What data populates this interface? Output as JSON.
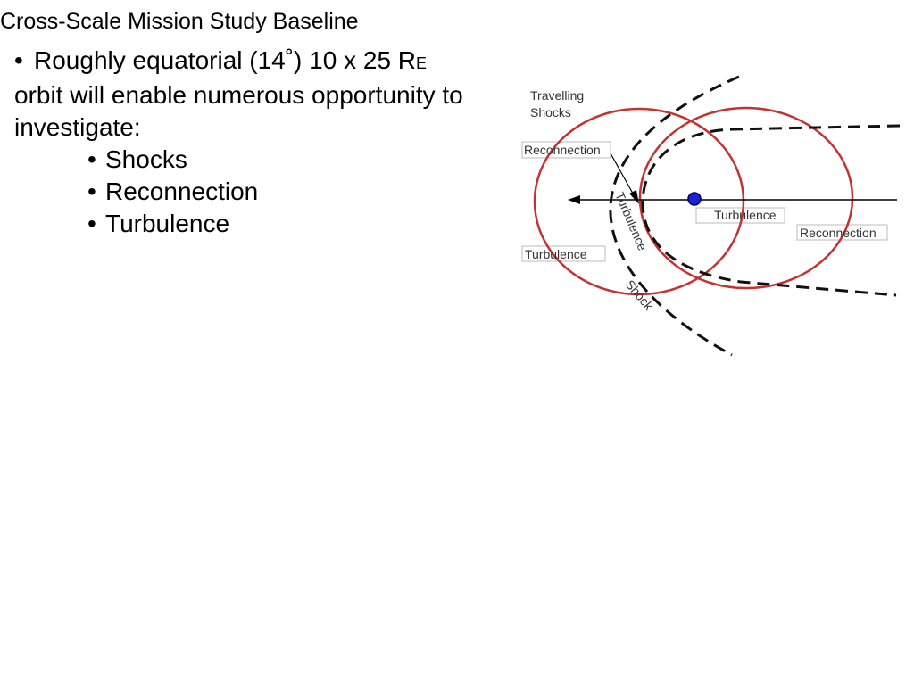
{
  "slide": {
    "title": "Cross-Scale Mission Study Baseline",
    "bullet": {
      "dot": "•",
      "line1_main": "Roughly equatorial (14˚) 10 x 25 R",
      "line1_sub": "E",
      "line2": "orbit will enable numerous opportunity to",
      "line3": "investigate:"
    },
    "subitems": [
      "Shocks",
      "Reconnection",
      "Turbulence"
    ]
  },
  "diagram": {
    "labels": {
      "travelling_1": "Travelling",
      "travelling_2": "Shocks",
      "reconnection_left": "Reconnection",
      "reconnection_right": "Reconnection",
      "turbulence_center": "Turbulence",
      "turbulence_left": "Turbulence",
      "turbulence_rotated": "Turbulence",
      "shock_rotated": "Shock"
    },
    "colors": {
      "orbit": "#c43232",
      "boundary": "#111111",
      "earth_fill": "#1f1fd6",
      "earth_stroke": "#000066",
      "axis": "#000000"
    }
  }
}
